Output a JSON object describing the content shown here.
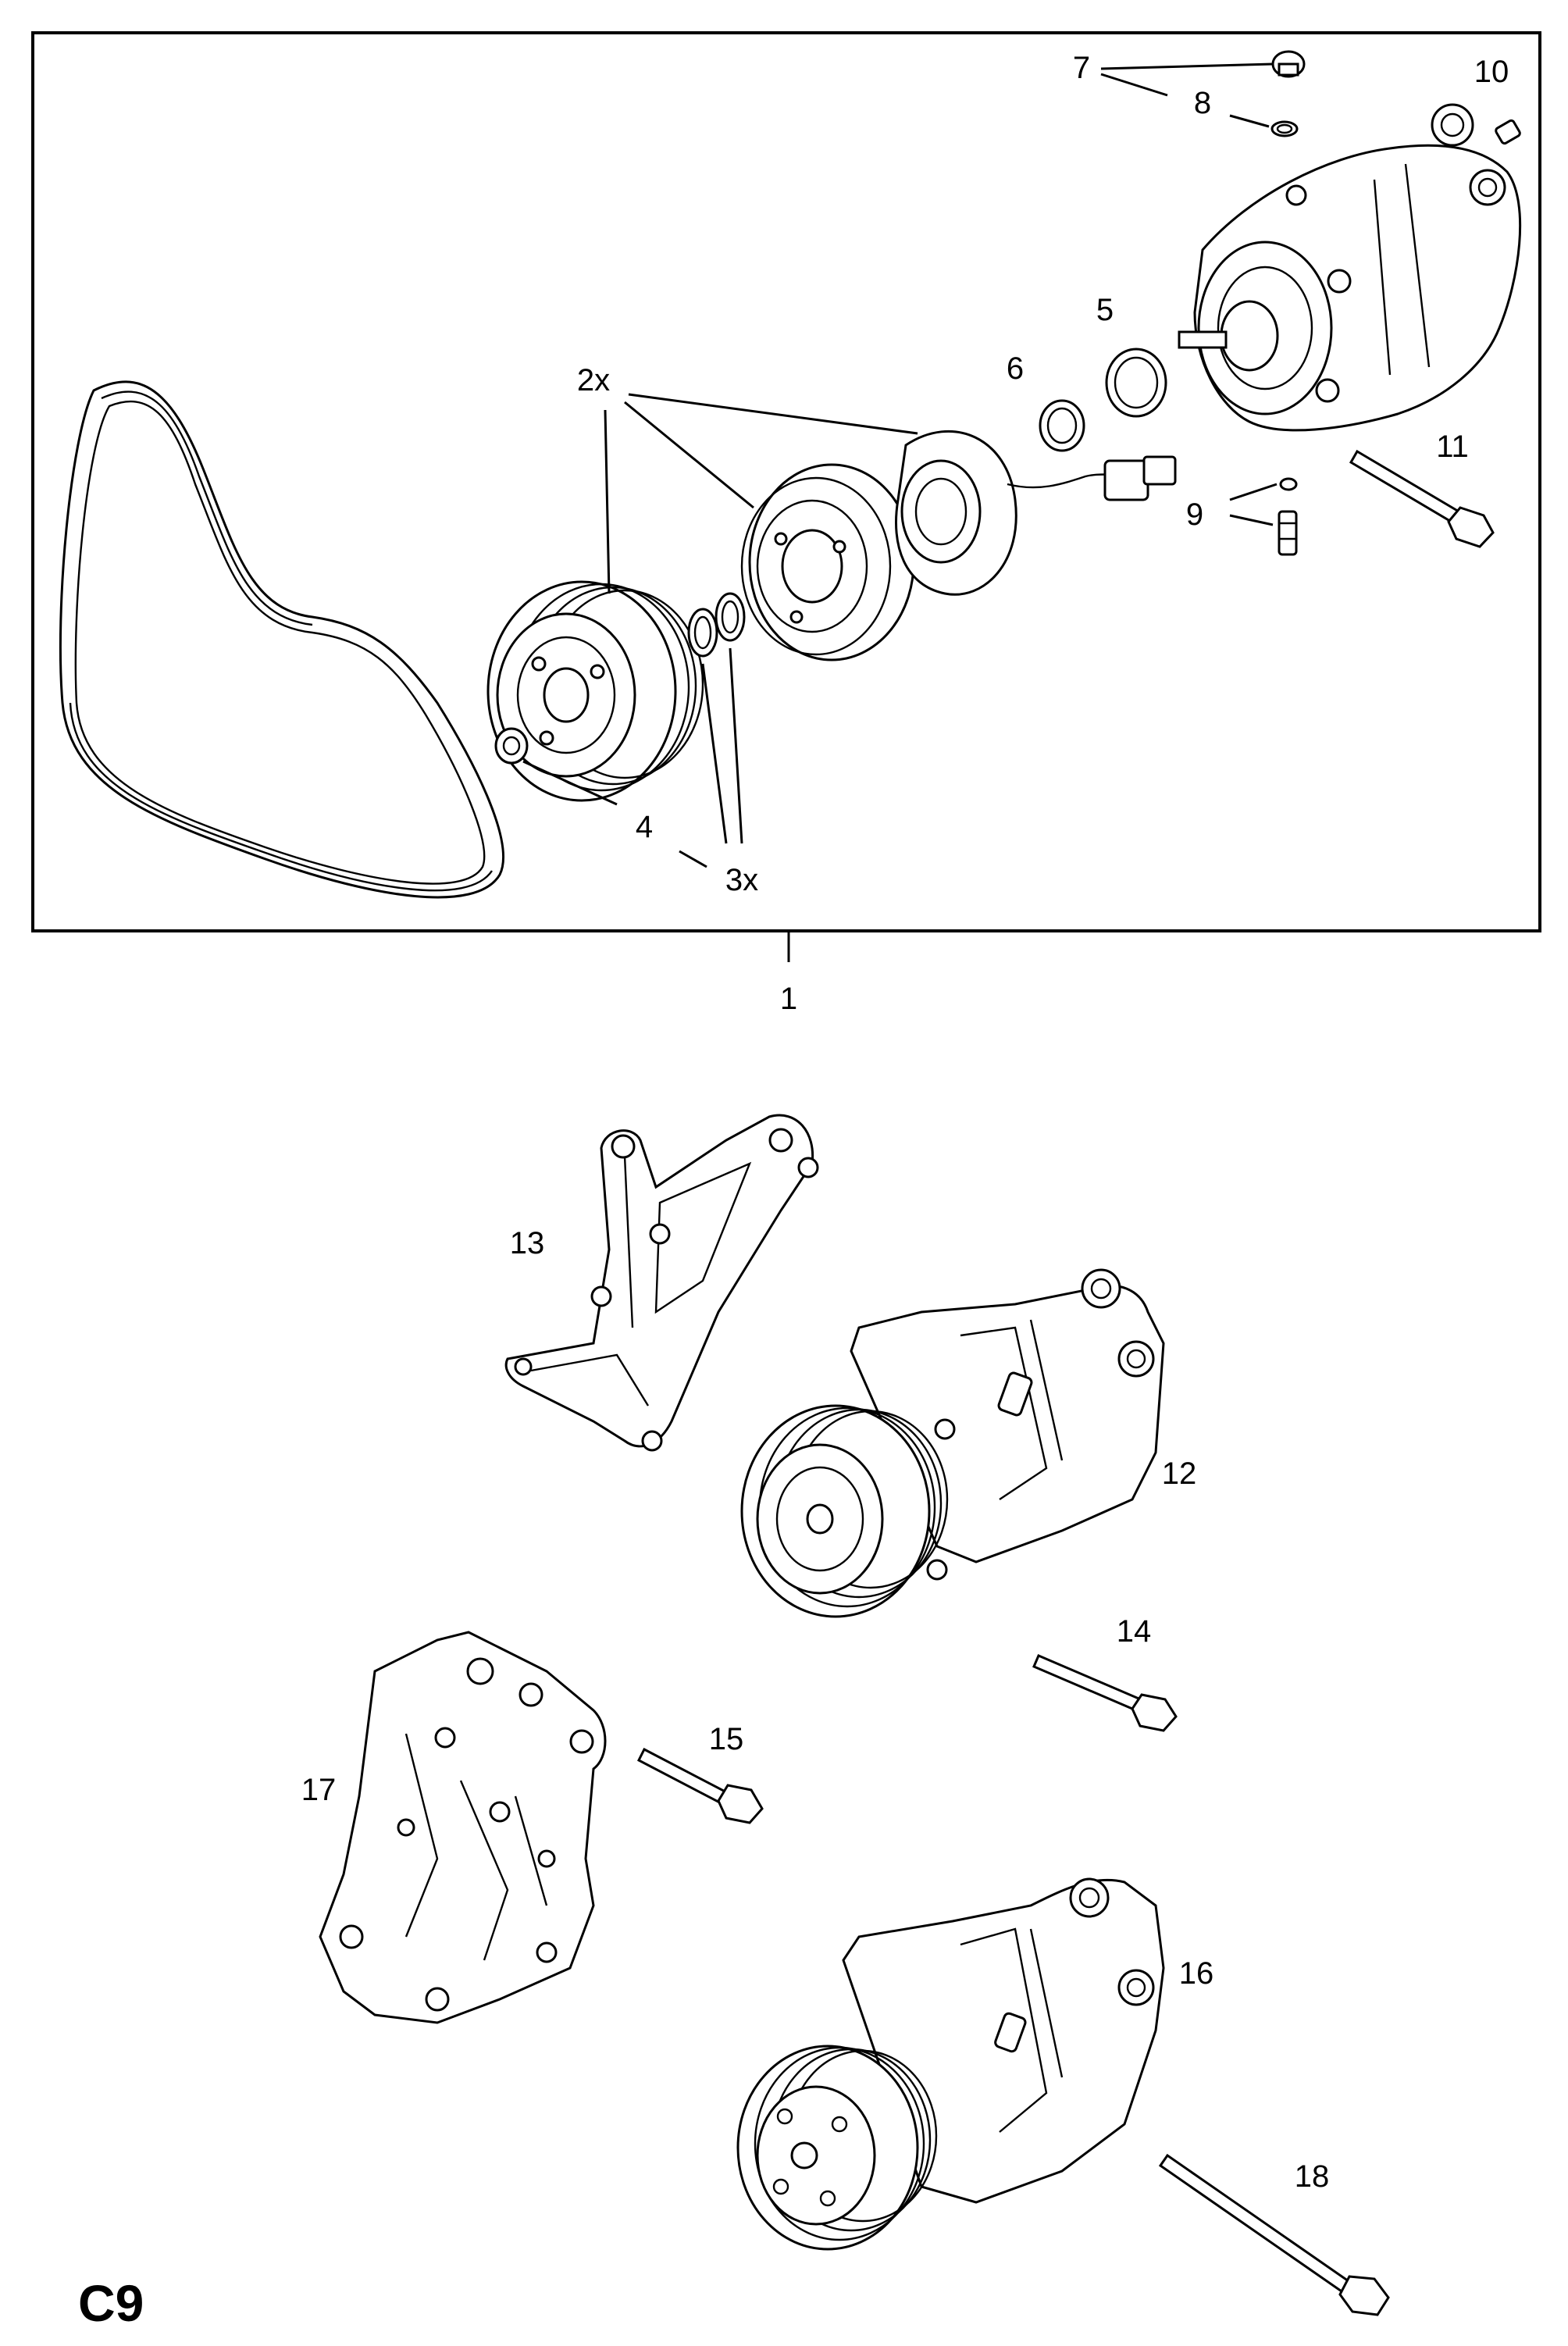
{
  "diagram": {
    "page_tag": "C9",
    "group_callout": "1",
    "callouts": {
      "c2": "2x",
      "c3": "3x",
      "c4": "4",
      "c5": "5",
      "c6": "6",
      "c7": "7",
      "c8": "8",
      "c9": "9",
      "c10": "10",
      "c11": "11",
      "c12": "12",
      "c13": "13",
      "c14": "14",
      "c15": "15",
      "c16": "16",
      "c17": "17",
      "c18": "18"
    }
  }
}
